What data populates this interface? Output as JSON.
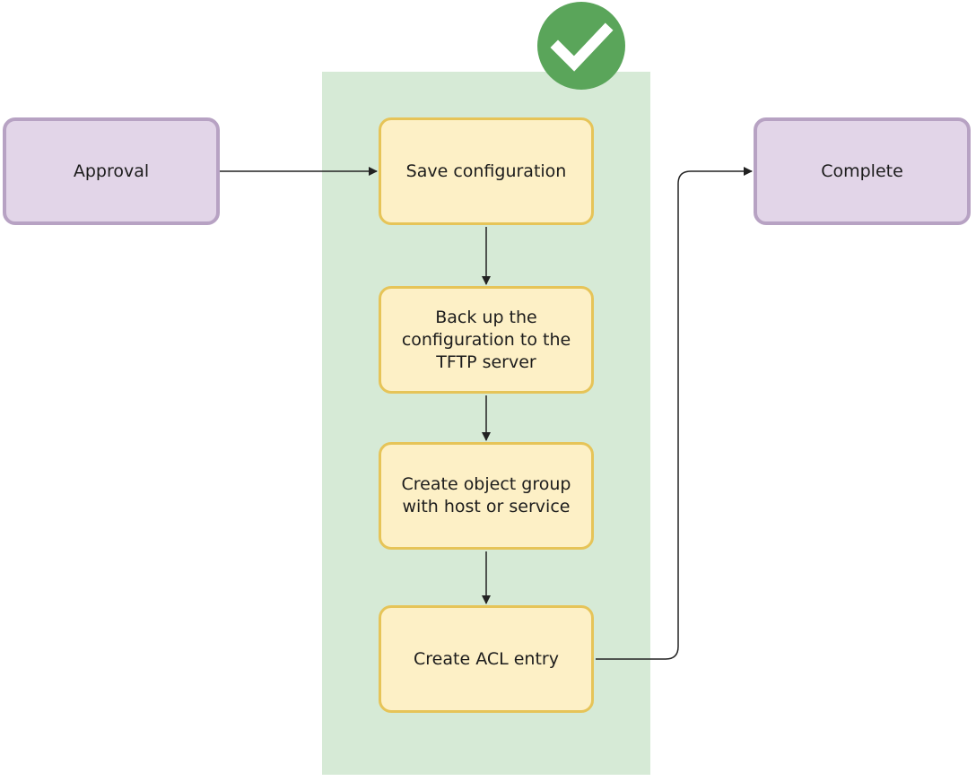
{
  "colors": {
    "group_fill": "#d6ead6",
    "terminal_fill": "#e2d5e8",
    "terminal_border": "#b7a2c3",
    "step_fill": "#fdf0c6",
    "step_border": "#e6c458",
    "edge": "#222222",
    "badge_fill": "#5aa55a",
    "badge_check": "#ffffff"
  },
  "nodes": {
    "approval": {
      "label": "Approval"
    },
    "complete": {
      "label": "Complete"
    },
    "steps": [
      {
        "lines": [
          "Save configuration"
        ]
      },
      {
        "lines": [
          "Back up the",
          "configuration to the",
          "TFTP server"
        ]
      },
      {
        "lines": [
          "Create object group",
          "with host or service"
        ]
      },
      {
        "lines": [
          "Create ACL entry"
        ]
      }
    ]
  },
  "badge": {
    "icon": "check-icon"
  }
}
